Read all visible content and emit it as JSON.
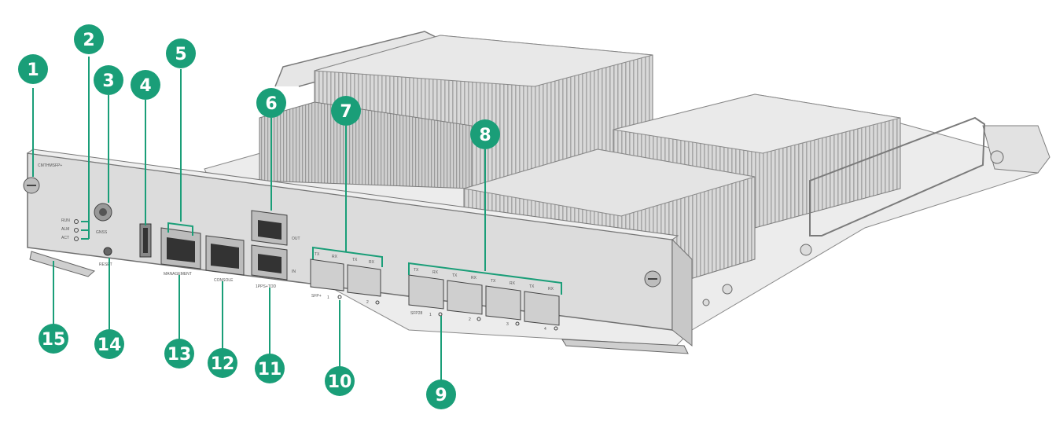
{
  "board": {
    "model_label": "CMTHMSFP+",
    "led_labels": [
      "RUN",
      "ALM",
      "ACT"
    ],
    "gnss_label": "GNSS",
    "reset_label": "RESET",
    "management_label": "MANAGEMENT",
    "console_label": "CONSOLE",
    "clock_label": "1PPS+TOD",
    "clock_out_label": "OUT",
    "clock_in_label": "IN",
    "tx_label": "TX",
    "rx_label": "RX",
    "sfp_group_label": "SFP+",
    "sfp_port_numbers": [
      "1",
      "2"
    ],
    "sfp28_group_label": "SFP28",
    "sfp28_port_numbers": [
      "1",
      "2",
      "3",
      "4"
    ]
  },
  "callouts": {
    "color": "#1a9e78",
    "items": [
      "1",
      "2",
      "3",
      "4",
      "5",
      "6",
      "7",
      "8",
      "9",
      "10",
      "11",
      "12",
      "13",
      "14",
      "15"
    ]
  }
}
